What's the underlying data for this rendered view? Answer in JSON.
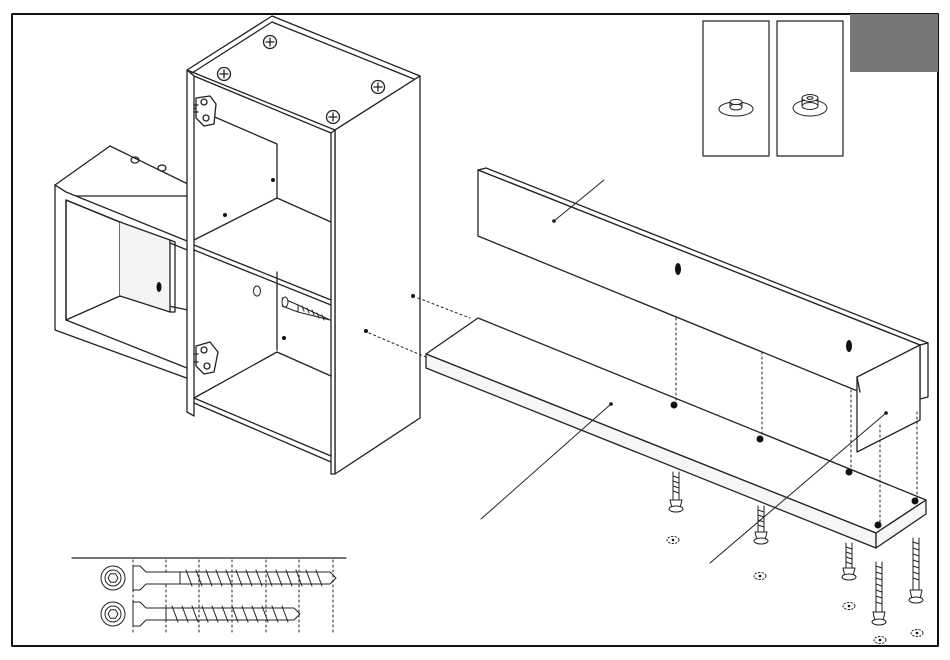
{
  "page": {
    "type": "assembly-instruction-step",
    "text": []
  },
  "colors": {
    "line": "#222222",
    "panel": "#ffffff",
    "panel_edge": "#f1f1f1",
    "corner_tab": "#777777",
    "frame": "#111111"
  },
  "inset_panels": [
    {
      "name": "cam-disc-flat-detail",
      "icon": "cam-disc-flat-icon"
    },
    {
      "name": "cam-disc-raised-detail",
      "icon": "cam-disc-raised-icon"
    }
  ],
  "screw_legend": [
    {
      "name": "long-hex-screw",
      "icon": "hex-socket-icon"
    },
    {
      "name": "short-hex-screw",
      "icon": "hex-socket-icon"
    }
  ]
}
